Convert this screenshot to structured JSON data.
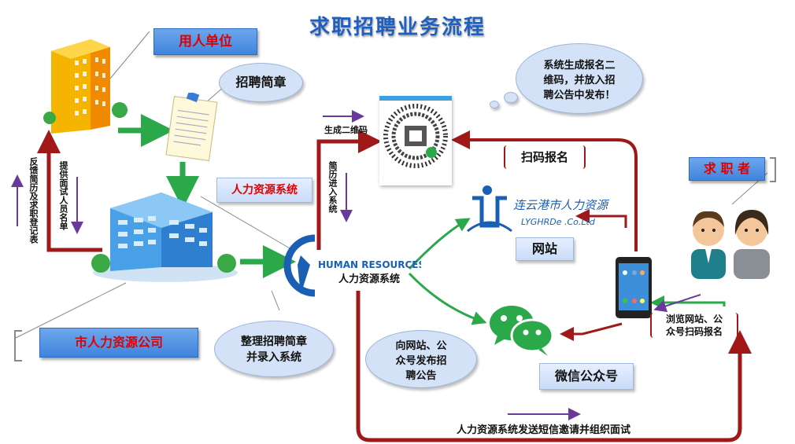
{
  "title": "求职招聘业务流程",
  "employer_label": "用人单位",
  "recruit_brochure_label": "招聘简章",
  "hr_system_label": "人力资源系统",
  "hr_company_label": "市人力资源公司",
  "organize_bubble": [
    "整理招聘简章",
    "并录入系统"
  ],
  "publish_bubble": [
    "向网站、公",
    "众号发布招",
    "聘公告"
  ],
  "qr_bubble": [
    "系统生成报名二",
    "维码，并放入招",
    "聘公告中发布！"
  ],
  "generate_qr_label": "生成二维码",
  "resume_import_label": "简历进入系统",
  "feedback_label": "反馈简历及求职登记表",
  "interview_list_label": "提供面试人员名单",
  "scan_register_label": "扫码报名",
  "website_label": "网站",
  "wechat_label": "微信公众号",
  "jobseeker_label": "求 职 者",
  "browse_label": [
    "浏览网站、公",
    "众号扫码报名"
  ],
  "sms_label": "人力资源系统发送短信邀请并组织面试",
  "hr_logo_text": "HUMAN RESOURCES",
  "hr_logo_sub": "人力资源系统",
  "site_logo_cn": "连云港市人力资源",
  "site_logo_en": "LYGHRDe .Co.Ltd",
  "colors": {
    "red_arrow": "#a01818",
    "green_arrow": "#2aa84a",
    "purple": "#6a3a9a",
    "blue_box": "#4a8de0"
  }
}
